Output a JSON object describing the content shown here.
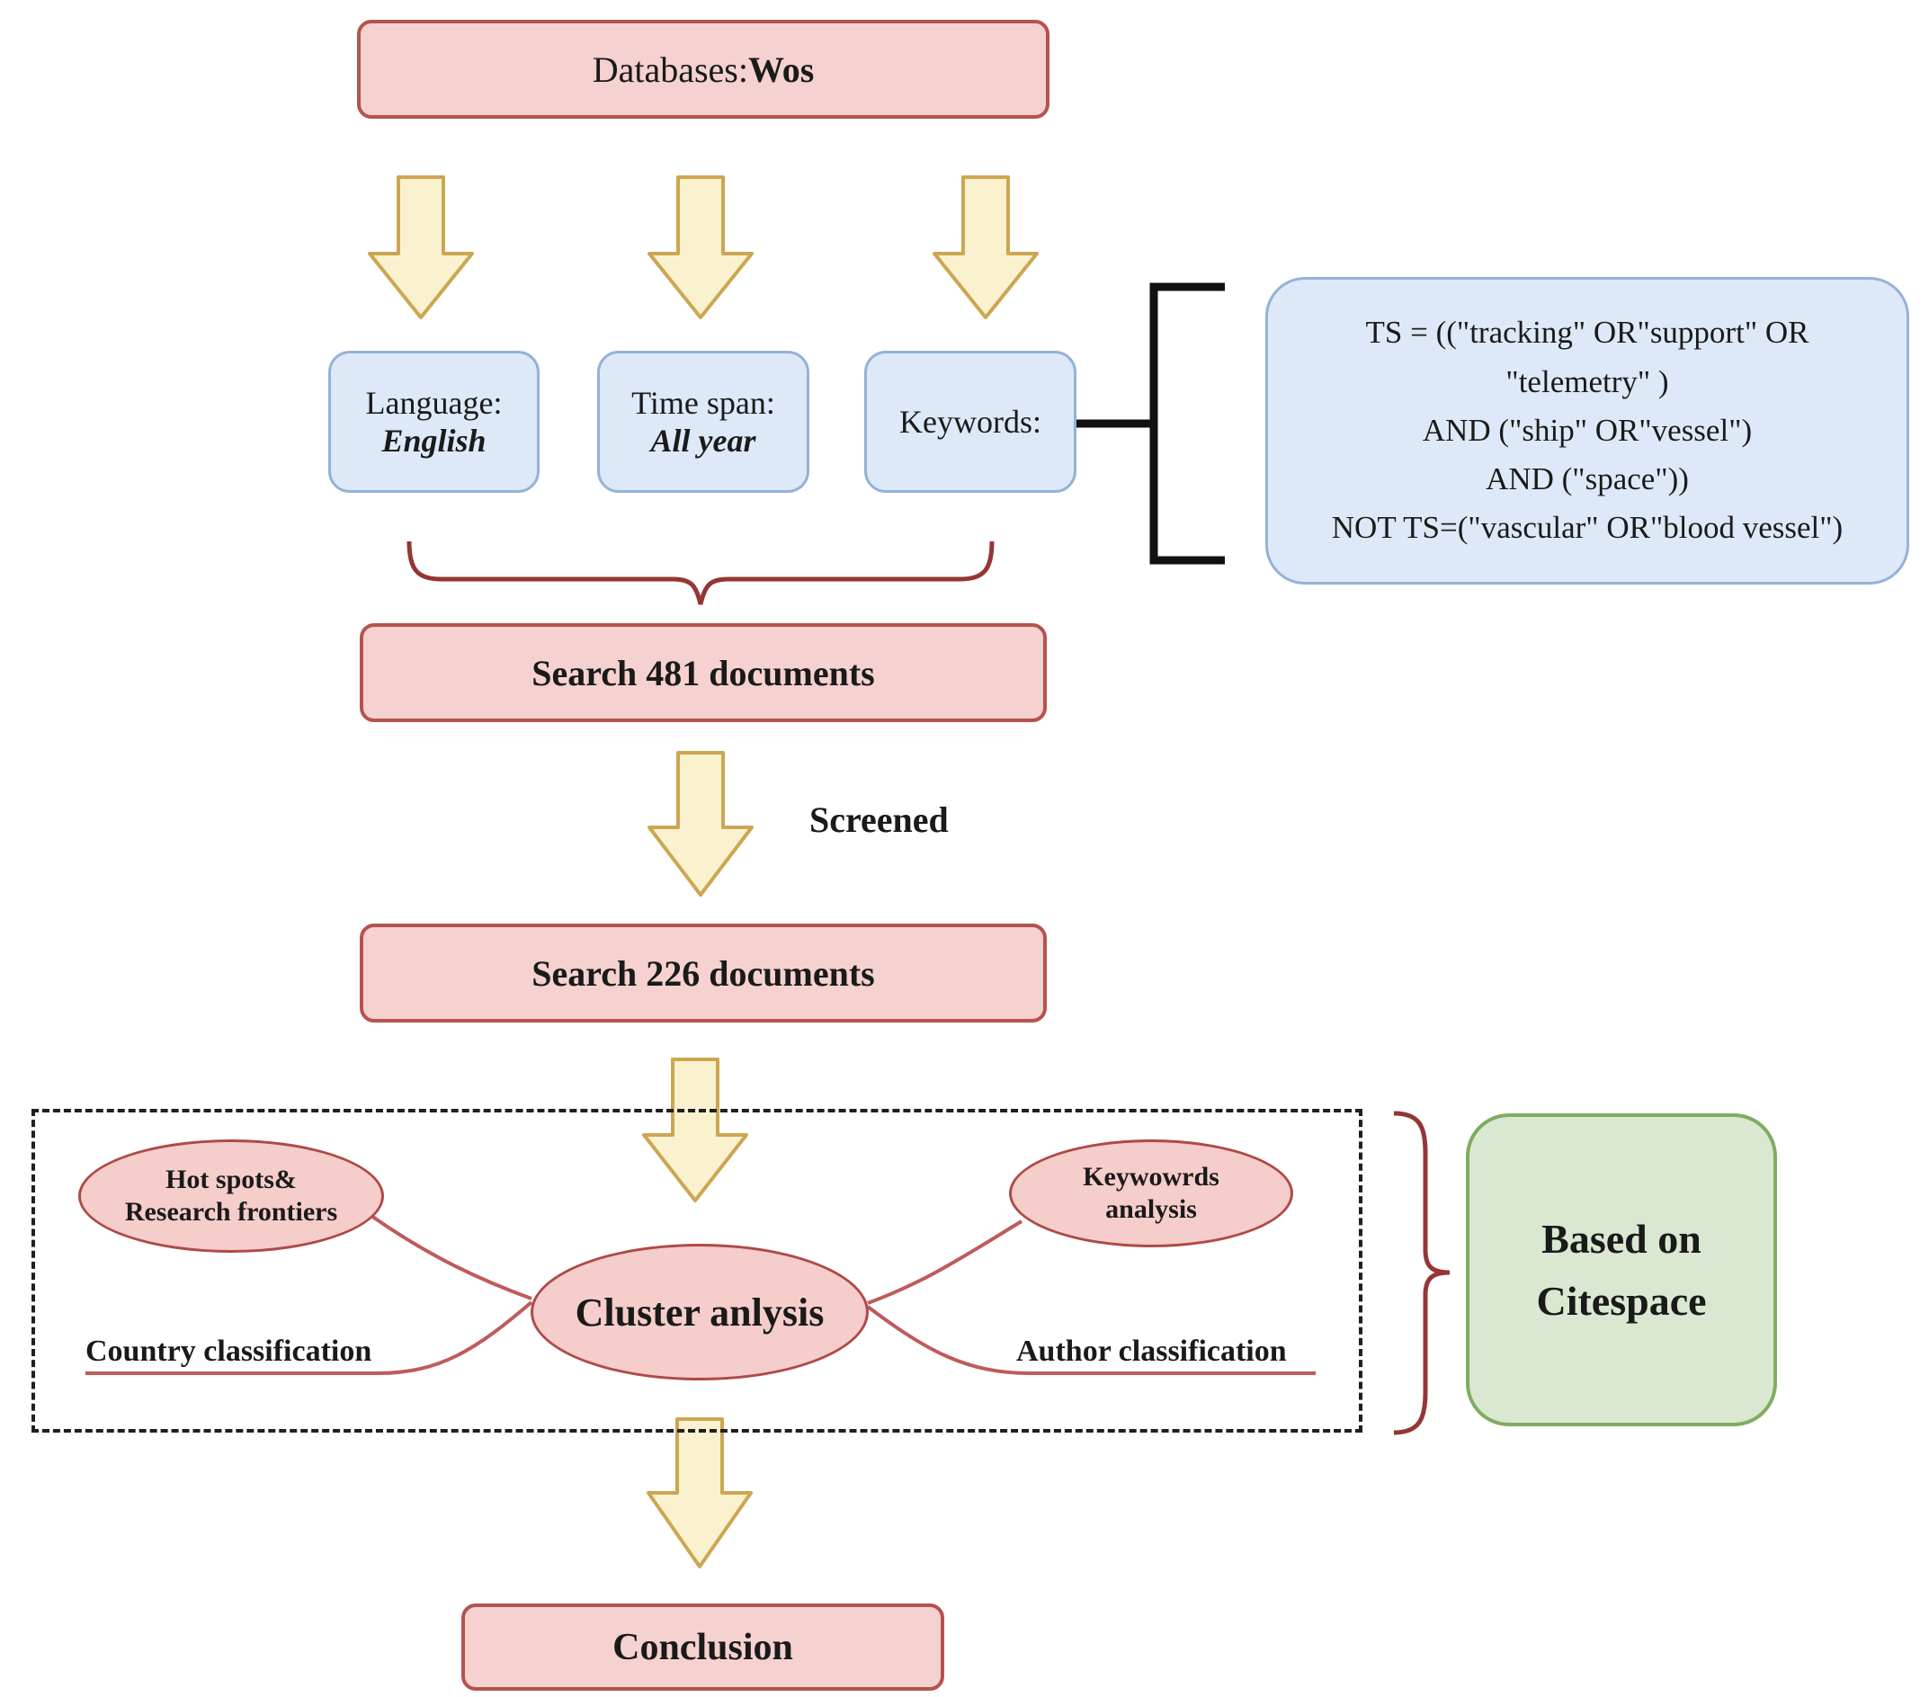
{
  "nodes": {
    "databases": {
      "prefix": "Databases:",
      "bold": "Wos"
    },
    "language": {
      "title": "Language:",
      "value": "English"
    },
    "timespan": {
      "title": "Time span:",
      "value": "All year"
    },
    "keywords": {
      "title": "Keywords:"
    },
    "query": {
      "lines": [
        "TS = ((\"tracking\" OR\"support\" OR",
        "\"telemetry\" )",
        "AND (\"ship\" OR\"vessel\")",
        "AND (\"space\"))",
        "NOT TS=(\"vascular\" OR\"blood vessel\")"
      ]
    },
    "search481": {
      "label": "Search 481 documents"
    },
    "screened": {
      "label": "Screened"
    },
    "search226": {
      "label": "Search 226 documents"
    },
    "hotspots": {
      "line1": "Hot spots&",
      "line2": "Research frontiers"
    },
    "keywords_analysis": {
      "line1": "Keywowrds",
      "line2": "analysis"
    },
    "cluster": {
      "label": "Cluster anlysis"
    },
    "country": {
      "label": "Country classification"
    },
    "author": {
      "label": "Author classification"
    },
    "citespace": {
      "line1": "Based on",
      "line2": "Citespace"
    },
    "conclusion": {
      "label": "Conclusion"
    }
  },
  "colors": {
    "pink_fill": "#F5D1CF",
    "pink_border": "#B5534F",
    "ellipse_fill": "#F5CDCB",
    "ellipse_border": "#AF4A47",
    "blue_fill": "#DDE9F8",
    "blue_border": "#94B2D7",
    "yellow_fill": "#FAF2CF",
    "yellow_border": "#CCA651",
    "green_fill": "#DAE8D2",
    "green_border": "#7FAD60",
    "brace_red": "#943634",
    "connector_red": "#BF5B5B",
    "line_black": "#111111",
    "dash_black": "#1F1F1F"
  }
}
